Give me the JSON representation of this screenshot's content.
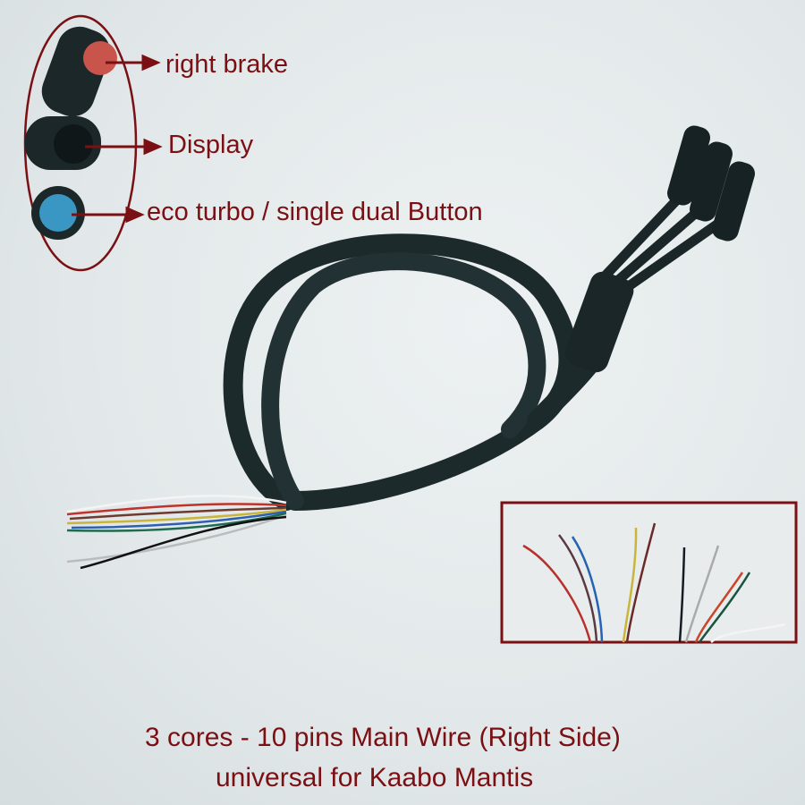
{
  "callouts": {
    "right_brake": "right brake",
    "display": "Display",
    "eco_turbo": "eco turbo / single dual Button"
  },
  "caption": {
    "line1": "3 cores - 10 pins Main Wire (Right Side)",
    "line2": "universal for Kaabo Mantis"
  },
  "colors": {
    "accent": "#7a1014",
    "cable": "#1d2a2c",
    "connector_red": "#c9544b",
    "connector_blue": "#3a97c4"
  },
  "wires_inset": [
    "red",
    "brown",
    "blue",
    "yellow",
    "brown",
    "black",
    "gray",
    "orange",
    "green",
    "white"
  ]
}
